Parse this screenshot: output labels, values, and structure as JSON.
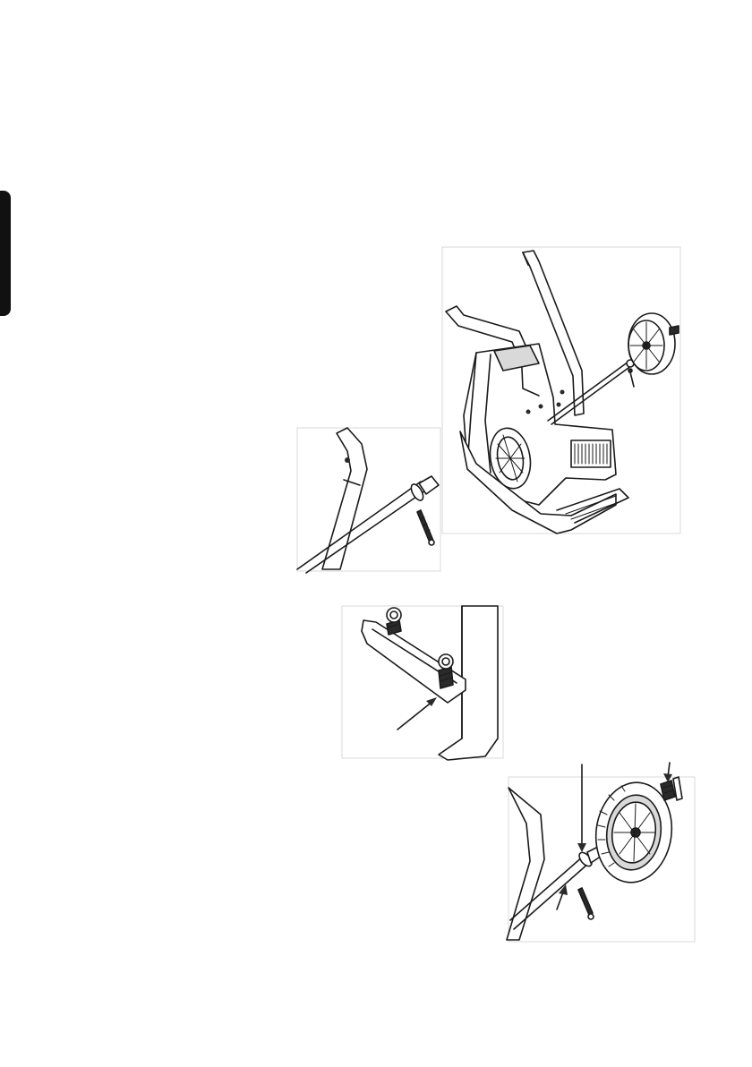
{
  "colors": {
    "ink": "#1a1a1a",
    "tab": "#111111",
    "background": "#ffffff"
  },
  "icons": {
    "main": "assembled-machine-illustration",
    "axle_pin": "axle-pin-detail-illustration",
    "bolts": "bolt-bracket-detail-illustration",
    "wheel_mount": "wheel-mount-detail-illustration",
    "arrow": "pointer-arrow-icon"
  }
}
